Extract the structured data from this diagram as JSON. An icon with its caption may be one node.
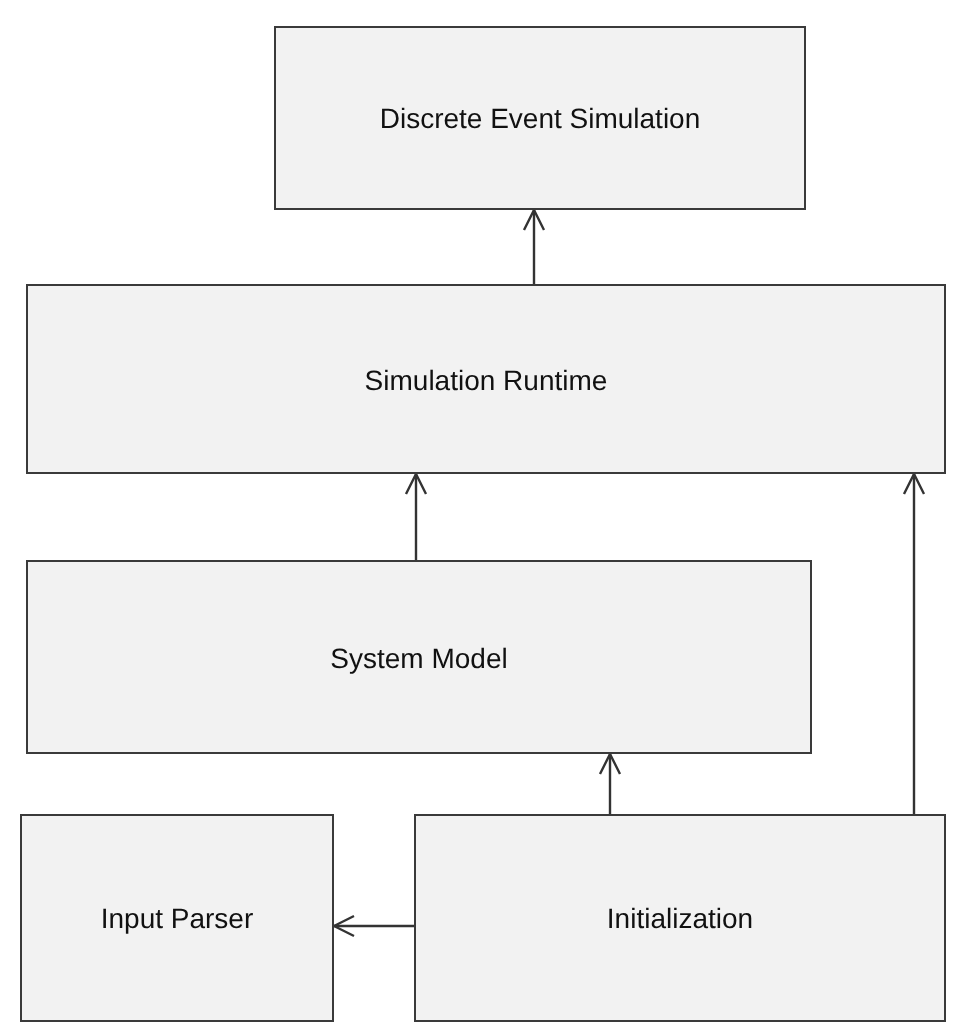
{
  "diagram": {
    "nodes": [
      {
        "text": [
          "Discrete Event Simulation"
        ]
      },
      {
        "text": [
          "Simulation Runtime"
        ]
      },
      {
        "text": [
          "System Model"
        ]
      },
      {
        "text": [
          "Input Parser"
        ]
      },
      {
        "text": [
          "Initialization"
        ]
      }
    ],
    "edges": [
      {
        "from": 1,
        "to": 0,
        "arrow": "to"
      },
      {
        "from": 2,
        "to": 1,
        "arrow": "to"
      },
      {
        "from": 4,
        "to": 2,
        "arrow": "to"
      },
      {
        "from": 4,
        "to": 1,
        "arrow": "to"
      },
      {
        "from": 4,
        "to": 3,
        "arrow": "to"
      }
    ]
  }
}
